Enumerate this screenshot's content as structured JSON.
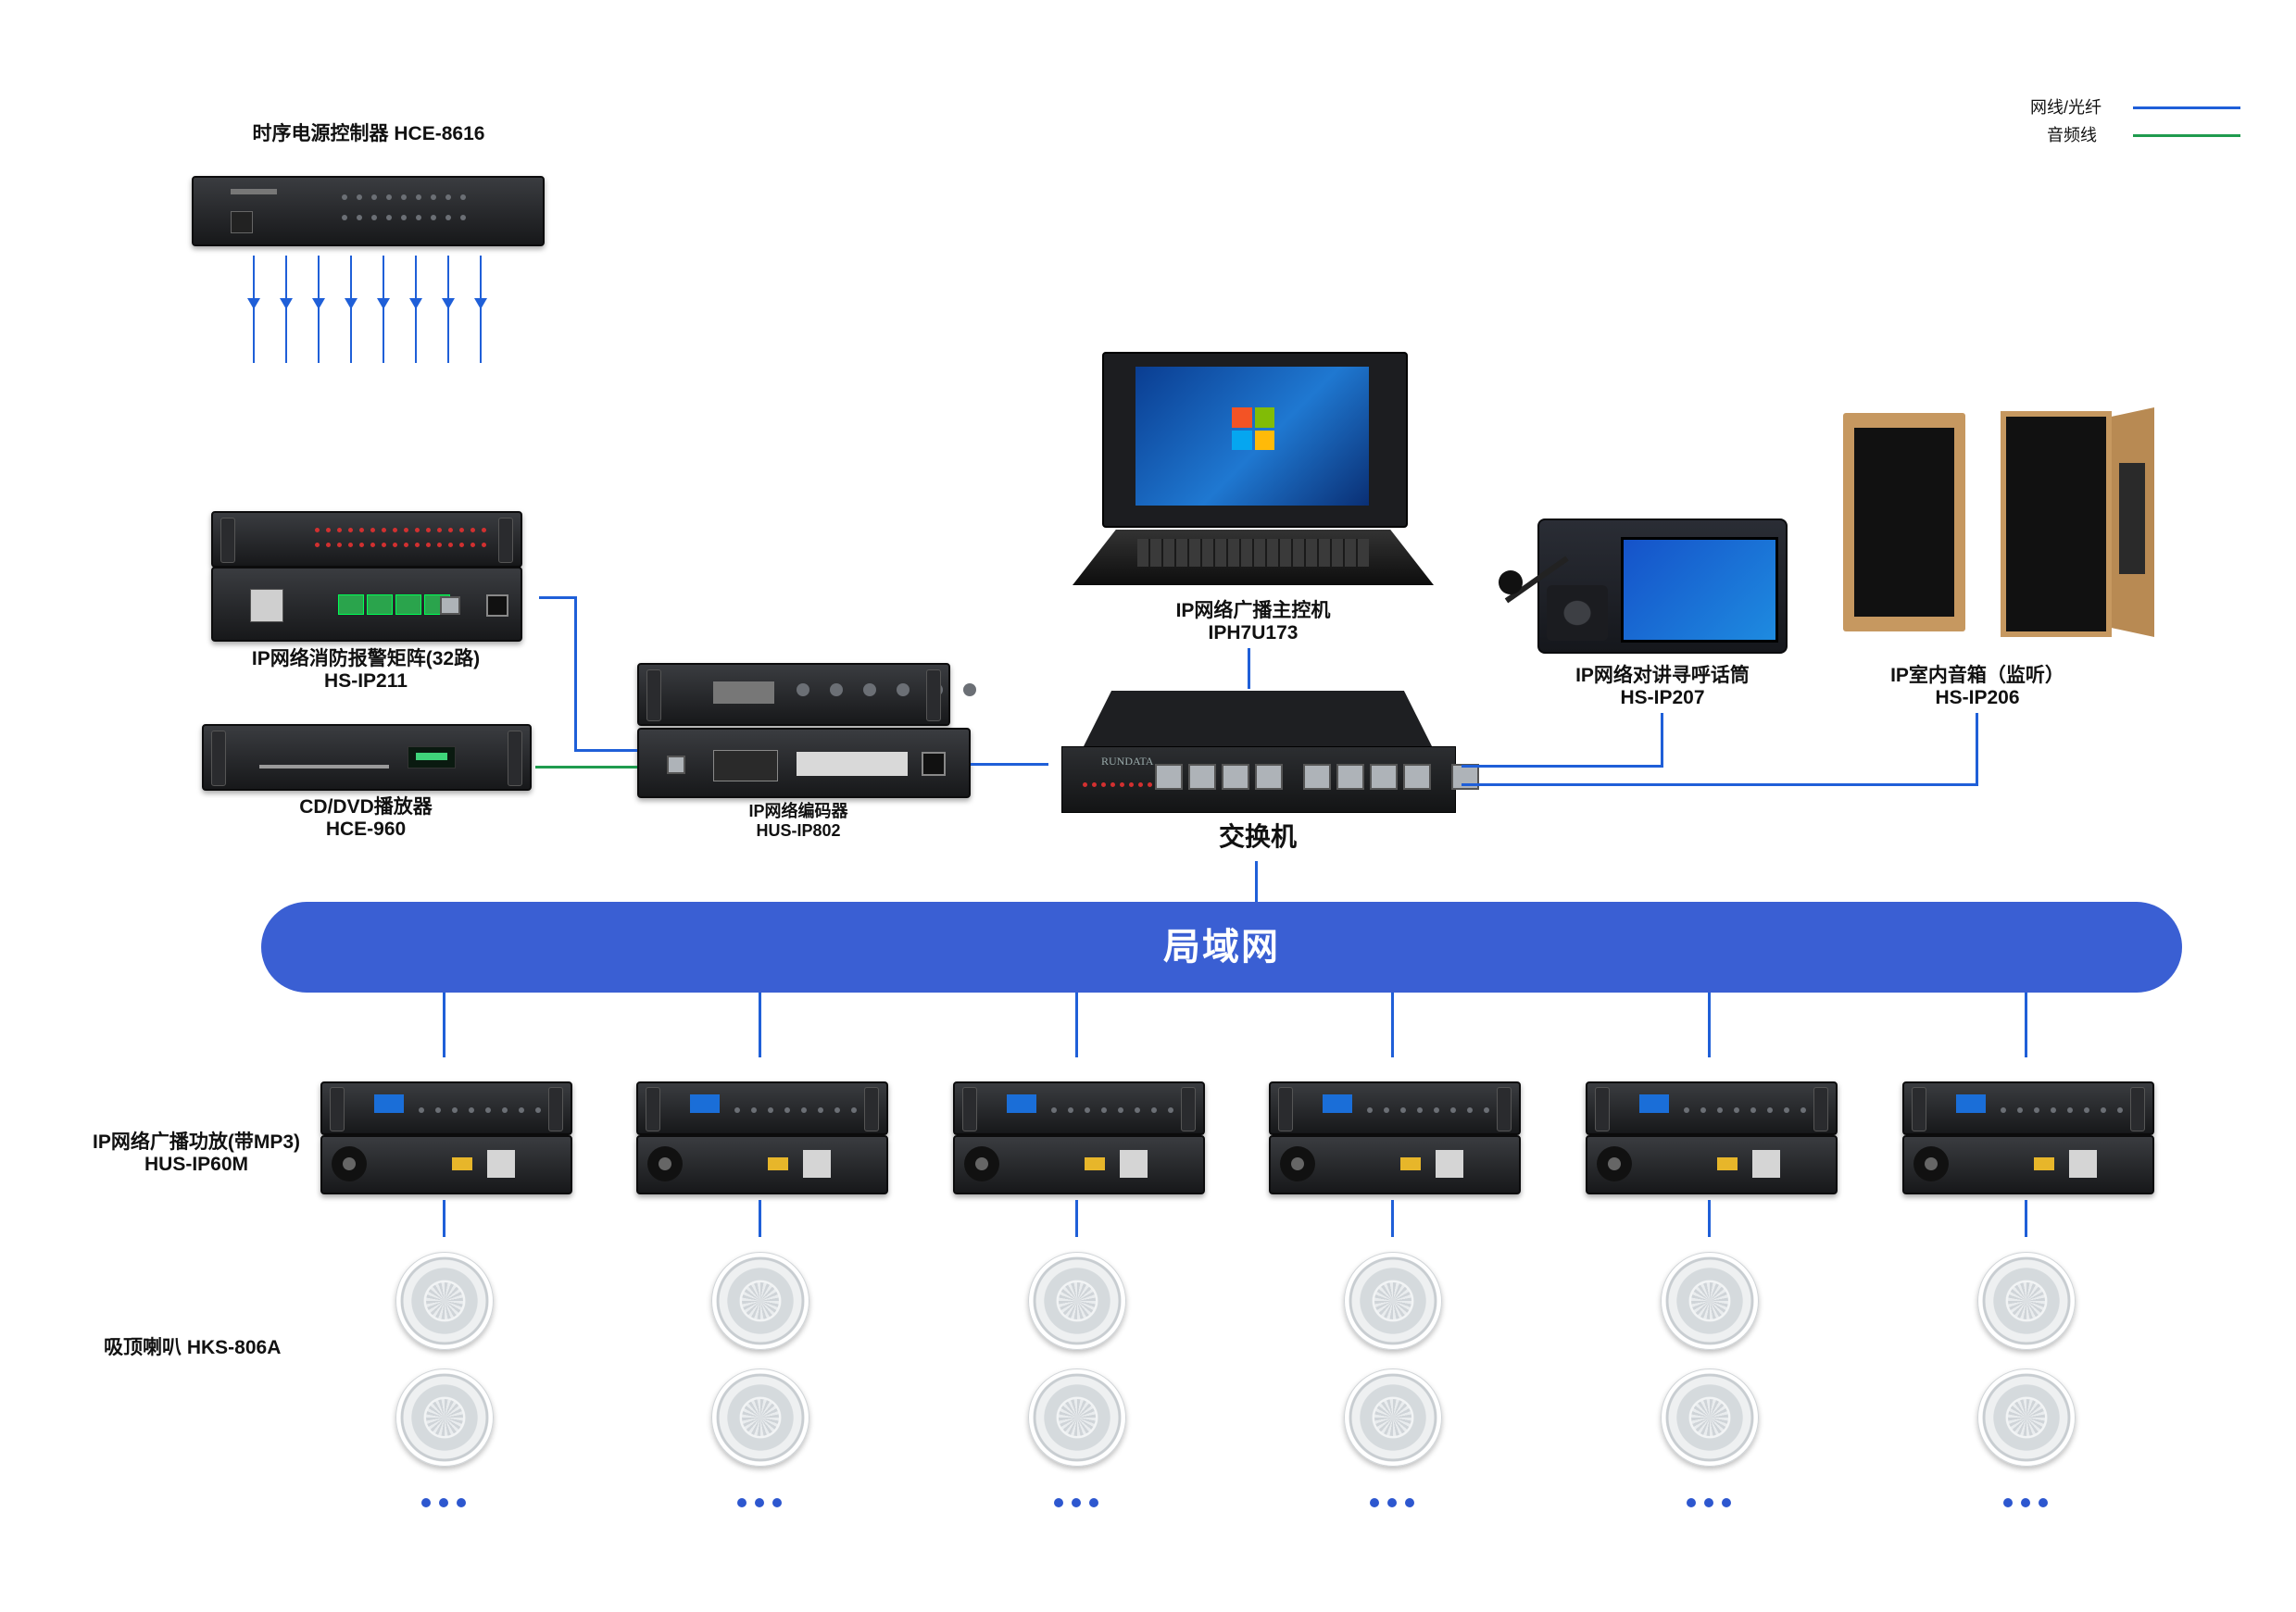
{
  "legend": {
    "items": [
      {
        "label": "网线/光纤",
        "color": "#1f5fd8"
      },
      {
        "label": "音频线",
        "color": "#1f9b4e"
      }
    ]
  },
  "devices": {
    "power_sequencer": {
      "name": "时序电源控制器 HCE-8616"
    },
    "fire_matrix": {
      "name": "IP网络消防报警矩阵(32路)",
      "model": "HS-IP211"
    },
    "dvd_player": {
      "name": "CD/DVD播放器",
      "model": "HCE-960"
    },
    "encoder": {
      "name": "IP网络编码器",
      "model": "HUS-IP802"
    },
    "host": {
      "name": "IP网络广播主控机",
      "model": "IPH7U173"
    },
    "switch": {
      "name": "交换机",
      "brand": "RUNDATA"
    },
    "intercom": {
      "name": "IP网络对讲寻呼话筒",
      "model": "HS-IP207"
    },
    "indoor_speaker": {
      "name": "IP室内音箱（监听）",
      "model": "HS-IP206"
    },
    "amplifier": {
      "name": "IP网络广播功放(带MP3)",
      "model": "HUS-IP60M"
    },
    "ceiling_speaker": {
      "name": "吸顶喇叭 HKS-806A"
    }
  },
  "network": {
    "lan_label": "局域网"
  },
  "colors": {
    "network_line": "#1f5fd8",
    "audio_line": "#1f9b4e",
    "lan_bar": "#3a5fd3"
  },
  "icons": [
    "down-arrow-icon",
    "windows-logo-icon",
    "microphone-icon",
    "ethernet-port-icon",
    "ellipsis-icon"
  ]
}
